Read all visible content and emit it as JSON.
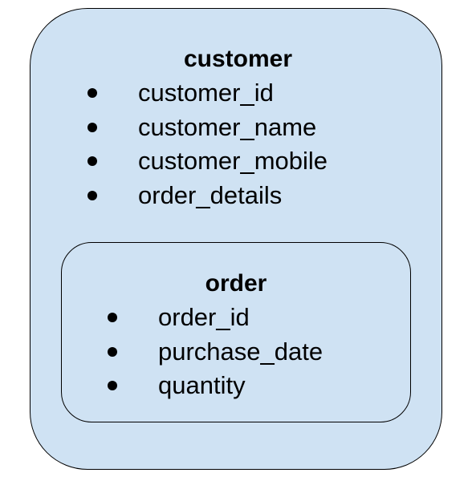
{
  "colors": {
    "fill": "#cfe2f3",
    "border": "#000000",
    "text": "#000000"
  },
  "customer": {
    "title": "customer",
    "fields": [
      "customer_id",
      "customer_name",
      "customer_mobile",
      "order_details"
    ]
  },
  "order": {
    "title": "order",
    "fields": [
      "order_id",
      "purchase_date",
      "quantity"
    ]
  }
}
